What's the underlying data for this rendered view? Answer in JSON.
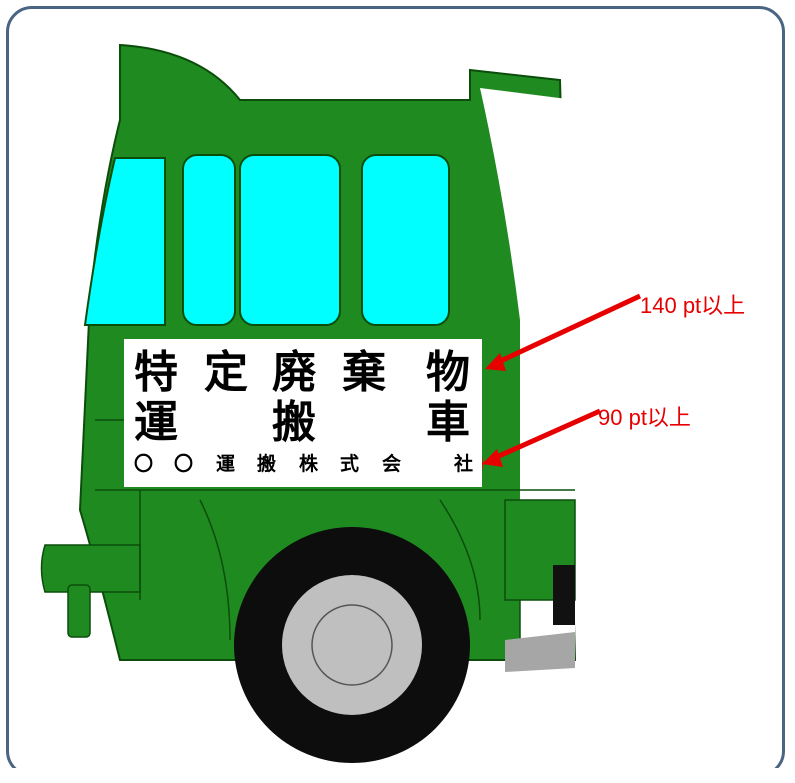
{
  "sign": {
    "line1": [
      "特",
      "定",
      "廃",
      "棄",
      "物"
    ],
    "line2": [
      "運",
      "搬",
      "車"
    ],
    "line3": [
      "〇",
      "〇",
      "運",
      "搬",
      "株",
      "式",
      "会",
      "社"
    ]
  },
  "annotations": {
    "large_text_size": "140 pt以上",
    "small_text_size": "90 pt以上"
  },
  "colors": {
    "truck_body": "#1f8a1f",
    "window": "#00ffff",
    "annotation": "#e60000",
    "frame": "#4a6483"
  }
}
